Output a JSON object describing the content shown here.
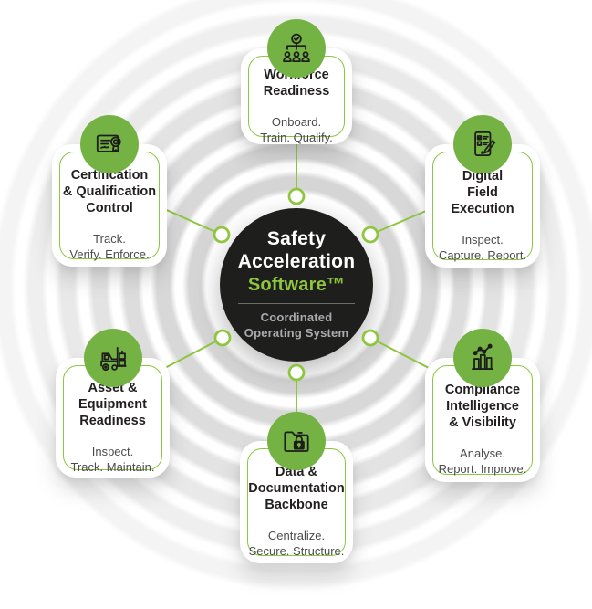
{
  "center": {
    "title": "Safety\nAcceleration",
    "product": "Software™",
    "subtitle": "Coordinated\nOperating System"
  },
  "cards": {
    "workforce": {
      "title": "Workforce\nReadiness",
      "desc": "Onboard.\nTrain. Qualify.",
      "icon": "workforce-orgchart-check-icon"
    },
    "certification": {
      "title": "Certification\n& Qualification\nControl",
      "desc": "Track.\nVerify. Enforce.",
      "icon": "certificate-rosette-icon"
    },
    "digital": {
      "title": "Digital\nField\nExecution",
      "desc": "Inspect.\nCapture. Report.",
      "icon": "tablet-checklist-pencil-icon"
    },
    "asset": {
      "title": "Asset &\nEquipment\nReadiness",
      "desc": "Inspect.\nTrack. Maintain.",
      "icon": "forklift-icon"
    },
    "compliance": {
      "title": "Compliance\nIntelligence\n& Visibility",
      "desc": "Analyse.\nReport. Improve.",
      "icon": "bar-chart-trend-icon"
    },
    "data": {
      "title": "Data &\nDocumentation\nBackbone",
      "desc": "Centralize.\nSecure. Structure.",
      "icon": "folder-lock-icon"
    }
  },
  "colors": {
    "accent_green": "#8dc63f",
    "icon_circle_green": "#75b244",
    "hub_dark": "#1e1e1c",
    "title_text": "#231f20",
    "desc_text": "#4b4b4d",
    "hub_subtitle_gray": "#a9abae",
    "ring_gray": "#d8d8d8"
  }
}
